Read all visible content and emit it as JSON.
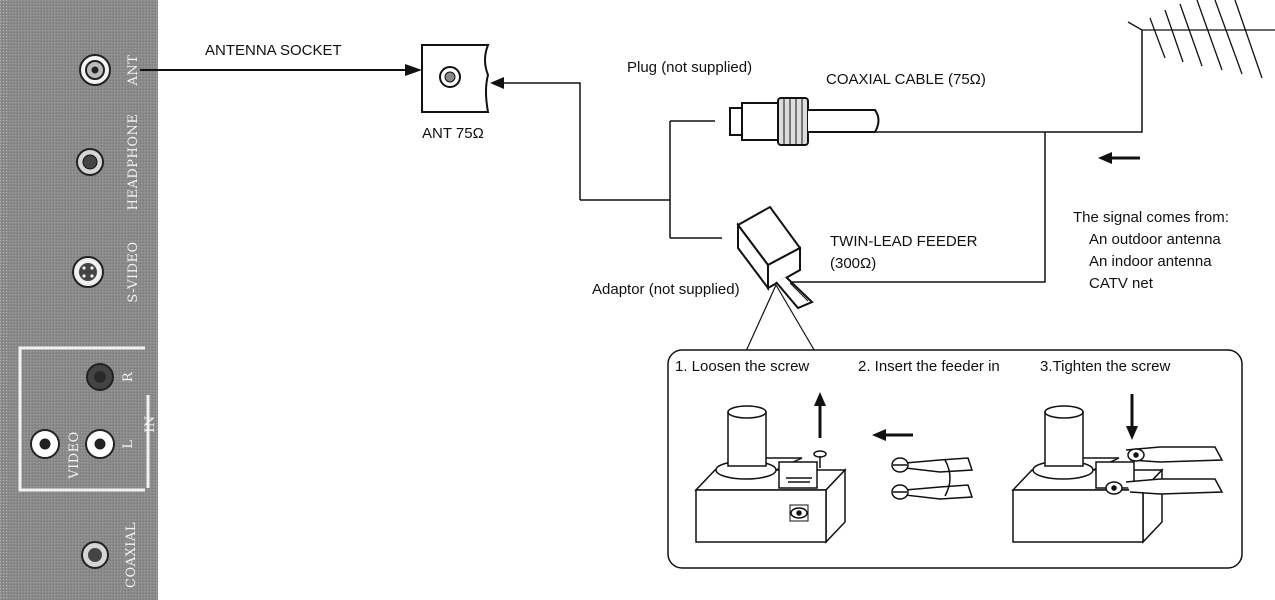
{
  "panel": {
    "jacks": [
      "ANT",
      "HEADPHONE",
      "S-VIDEO",
      "R",
      "L",
      "IN",
      "VIDEO",
      "COAXIAL"
    ]
  },
  "labels": {
    "antenna_socket": "ANTENNA SOCKET",
    "ant_75": "ANT 75Ω",
    "plug": "Plug (not supplied)",
    "coaxial_cable": "COAXIAL CABLE (75Ω)",
    "twin_lead_1": "TWIN-LEAD FEEDER",
    "twin_lead_2": "(300Ω)",
    "adaptor": "Adaptor (not supplied)"
  },
  "signal": {
    "heading": "The signal comes from:",
    "sources": [
      "An outdoor antenna",
      "An indoor antenna",
      "CATV net"
    ]
  },
  "steps": [
    "1. Loosen the screw",
    "2. Insert the feeder in",
    "3.Tighten the screw"
  ]
}
